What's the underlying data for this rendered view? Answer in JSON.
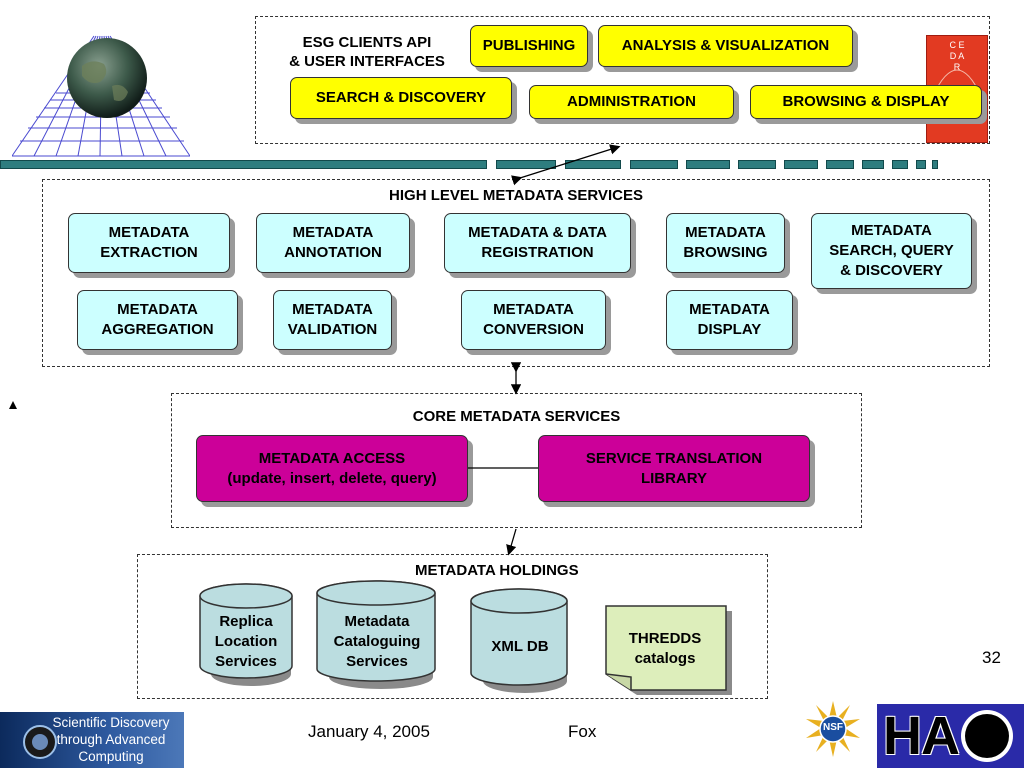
{
  "top": {
    "clients_label_line1": "ESG CLIENTS API",
    "clients_label_line2": "& USER INTERFACES",
    "publishing": "PUBLISHING",
    "analysis": "ANALYSIS & VISUALIZATION",
    "search": "SEARCH & DISCOVERY",
    "administration": "ADMINISTRATION",
    "browsing": "BROWSING & DISPLAY"
  },
  "high": {
    "title": "HIGH LEVEL METADATA SERVICES",
    "extraction": [
      "METADATA",
      "EXTRACTION"
    ],
    "annotation": [
      "METADATA",
      "ANNOTATION"
    ],
    "registration": [
      "METADATA & DATA",
      "REGISTRATION"
    ],
    "browsing": [
      "METADATA",
      "BROWSING"
    ],
    "search": [
      "METADATA",
      "SEARCH, QUERY",
      "& DISCOVERY"
    ],
    "aggregation": [
      "METADATA",
      "AGGREGATION"
    ],
    "validation": [
      "METADATA",
      "VALIDATION"
    ],
    "conversion": [
      "METADATA",
      "CONVERSION"
    ],
    "display": [
      "METADATA",
      "DISPLAY"
    ]
  },
  "core": {
    "title": "CORE METADATA SERVICES",
    "access": [
      "METADATA ACCESS",
      "(update, insert, delete, query)"
    ],
    "translation": [
      "SERVICE TRANSLATION",
      "LIBRARY"
    ]
  },
  "holdings": {
    "title": "METADATA HOLDINGS",
    "replica": [
      "Replica",
      "Location",
      "Services"
    ],
    "cataloguing": [
      "Metadata",
      "Cataloguing",
      "Services"
    ],
    "xmldb": "XML DB",
    "thredds": [
      "THREDDS",
      "catalogs"
    ]
  },
  "logos": {
    "cedar": "C E D A R",
    "scidac": [
      "Scientific Discovery",
      "through Advanced",
      "Computing"
    ],
    "nsf": "NSF",
    "hao": "HA"
  },
  "footer": {
    "date": "January 4, 2005",
    "author": "Fox",
    "page": "32"
  },
  "colors": {
    "yellow": "#ffff00",
    "cyan": "#ccffff",
    "magenta": "#cc0099",
    "band": "#2e7d7f",
    "thredds": "#ddeebb",
    "cylinder": "#bbdde0"
  }
}
